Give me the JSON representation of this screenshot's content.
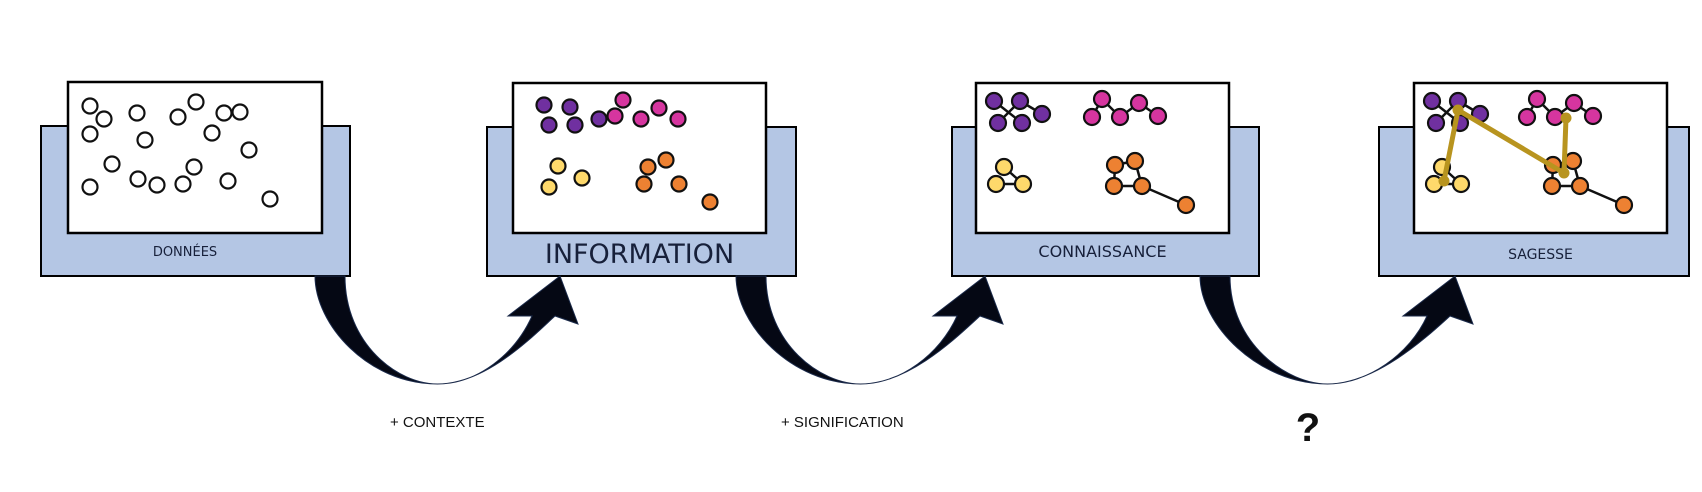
{
  "title": "DIKW pyramid as a process: Données → Information → Connaissance → Sagesse",
  "colors": {
    "panel_bg": "#b4c6e4",
    "frame_stroke": "#000000",
    "purple": "#7030a0",
    "magenta": "#d6359f",
    "yellow": "#fed96b",
    "orange": "#ed8132",
    "gold_link": "#b8941f",
    "arrow": "#050814"
  },
  "stages": [
    {
      "id": "donnees",
      "label": "DONNÉES",
      "style": "scattered-empty-dots"
    },
    {
      "id": "information",
      "label": "INFORMATION",
      "style": "colored-clusters"
    },
    {
      "id": "connaissance",
      "label": "CONNAISSANCE",
      "style": "linked-clusters"
    },
    {
      "id": "sagesse",
      "label": "SAGESSE",
      "style": "cross-linked-clusters"
    }
  ],
  "transitions": [
    {
      "from": "donnees",
      "to": "information",
      "label": "+ CONTEXTE"
    },
    {
      "from": "information",
      "to": "connaissance",
      "label": "+ SIGNIFICATION"
    },
    {
      "from": "connaissance",
      "to": "sagesse",
      "label": "?"
    }
  ],
  "clusters": [
    {
      "name": "purple",
      "color_key": "purple",
      "count": 5
    },
    {
      "name": "magenta",
      "color_key": "magenta",
      "count": 5
    },
    {
      "name": "yellow",
      "color_key": "yellow",
      "count": 3
    },
    {
      "name": "orange",
      "color_key": "orange",
      "count": 5
    }
  ],
  "donnees_dot_count": 19
}
